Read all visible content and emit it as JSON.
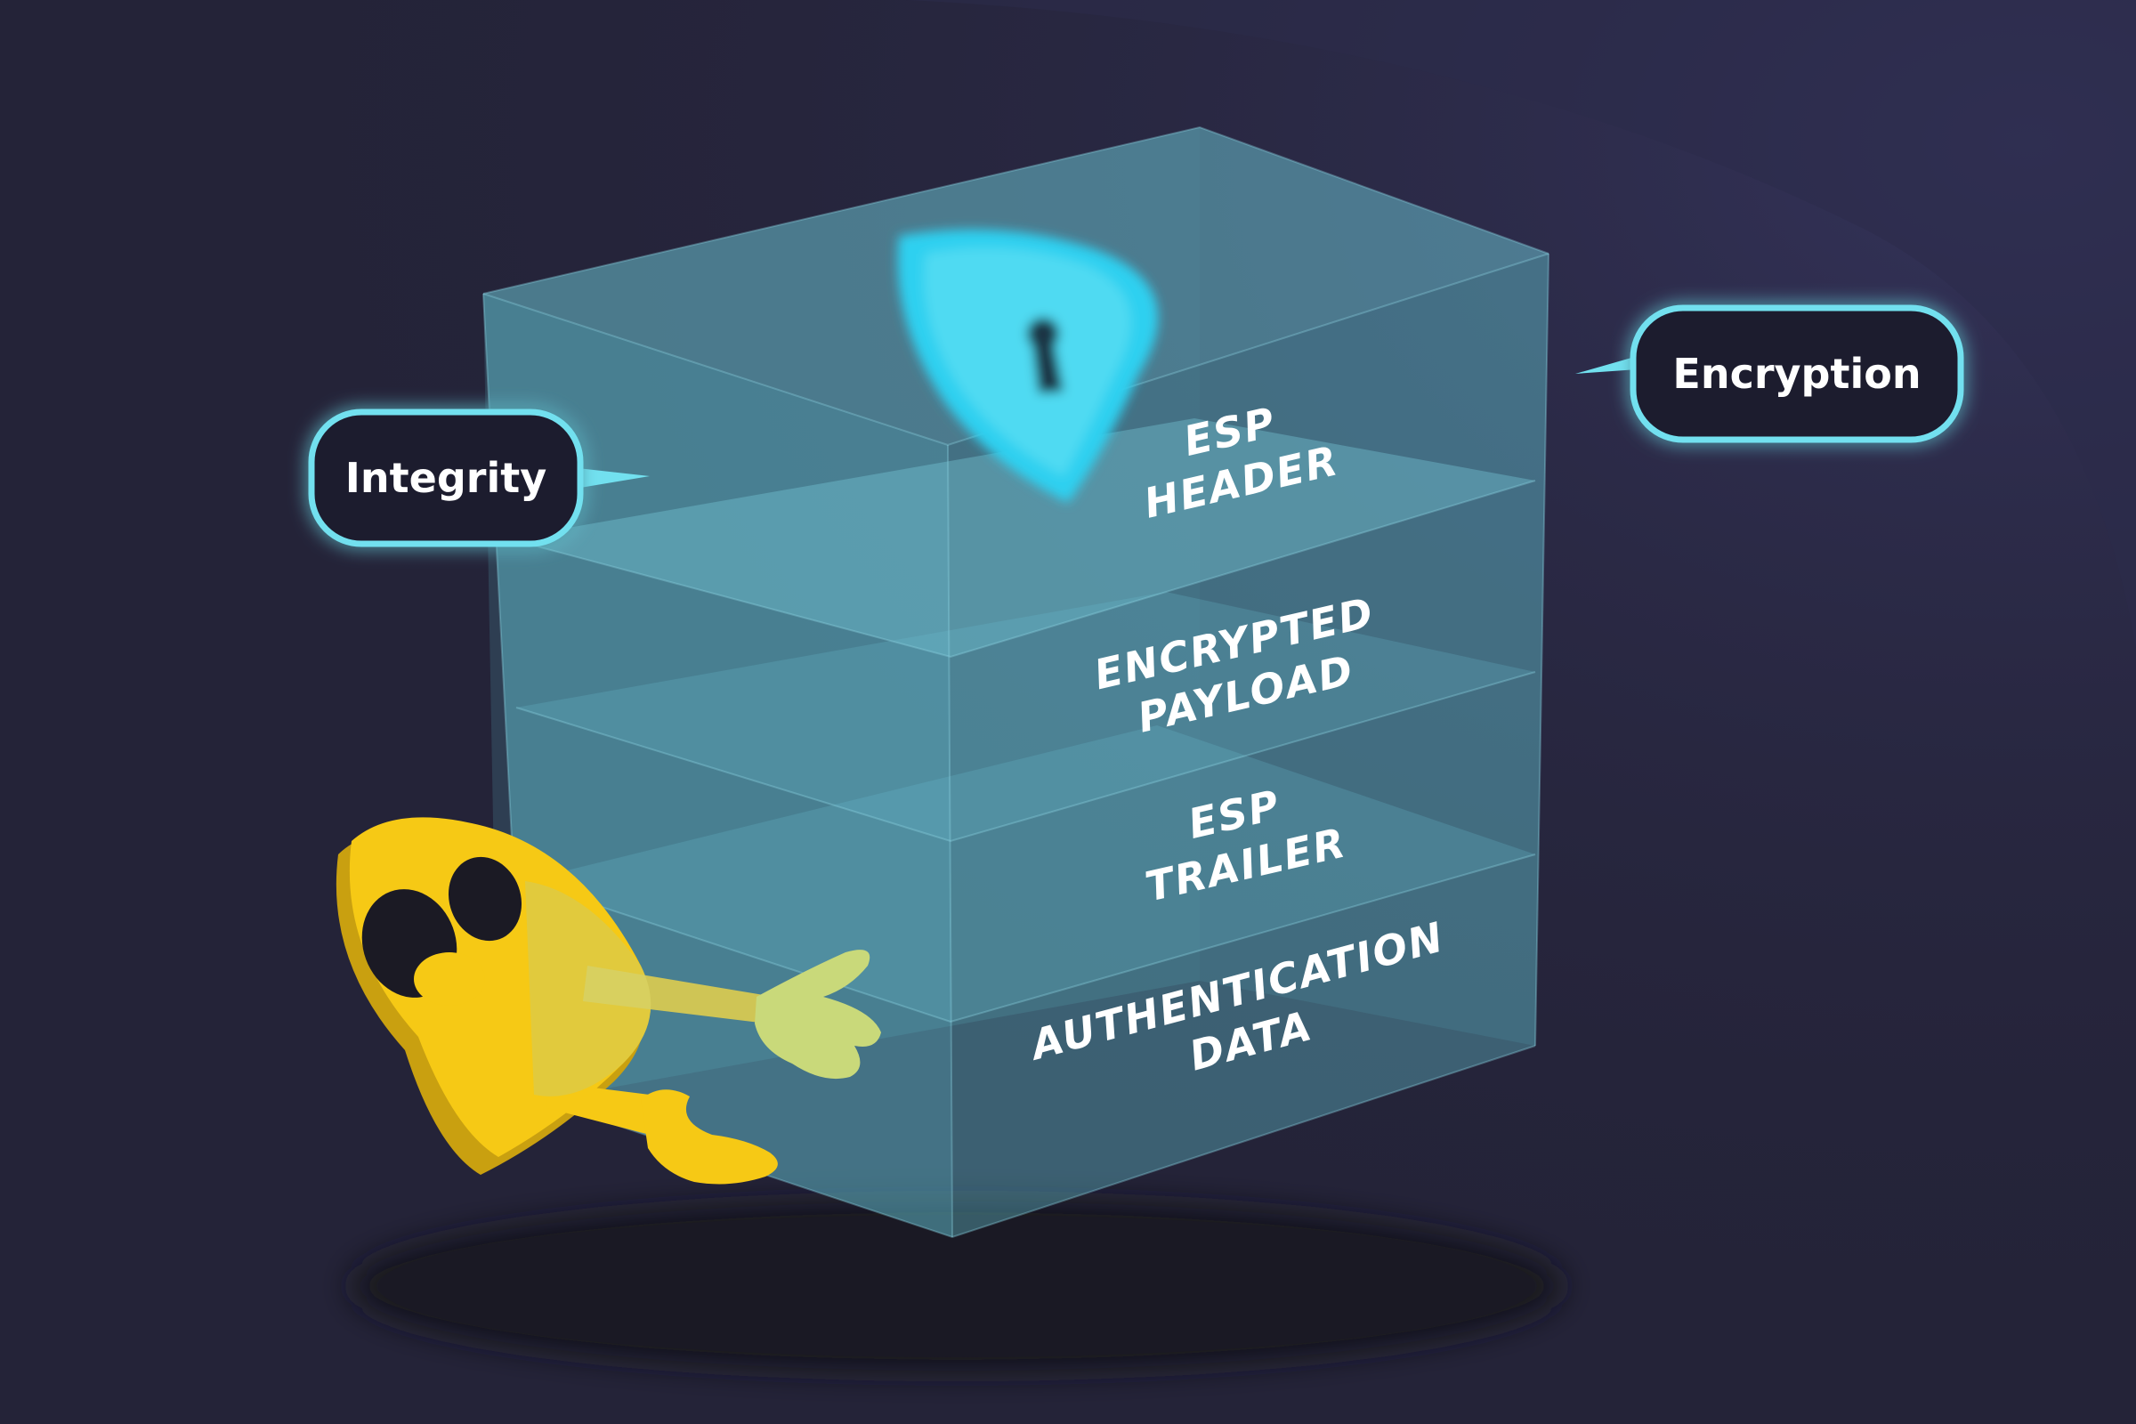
{
  "colors": {
    "background": "#242338",
    "background_glow": "#34335a",
    "box_fill": "#5fb4c4",
    "shield": "#2fd0f0",
    "callout_border": "#72e0ef",
    "callout_fill": "#1f1e2e",
    "key_yellow": "#f6c915",
    "key_shadow": "#c9a010"
  },
  "callouts": {
    "integrity": "Integrity",
    "encryption": "Encryption"
  },
  "layers": [
    {
      "line1": "ESP",
      "line2": "HEADER"
    },
    {
      "line1": "ENCRYPTED",
      "line2": "PAYLOAD"
    },
    {
      "line1": "ESP",
      "line2": "TRAILER"
    },
    {
      "line1": "AUTHENTICATION",
      "line2": "DATA"
    }
  ],
  "icons": {
    "shield": "shield-lock-icon",
    "mascot": "key-mascot-icon"
  }
}
